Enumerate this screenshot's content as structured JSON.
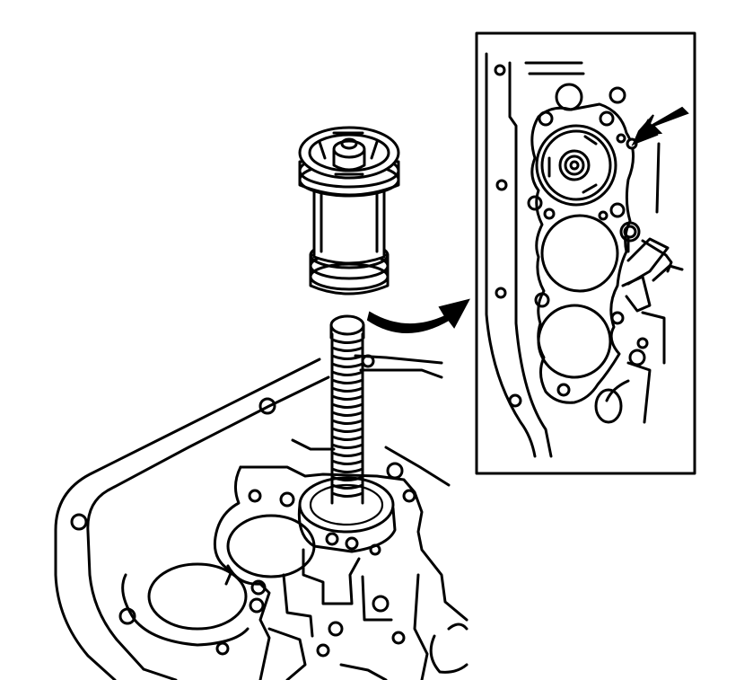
{
  "figure": {
    "type": "technical-line-drawing",
    "components": [
      "accumulator-piston",
      "threaded-guide-rod",
      "transmission-case",
      "detail-inset",
      "locator-arrow",
      "callout-arrow"
    ],
    "line_color": "#000000",
    "background_color": "#ffffff",
    "text_labels": []
  }
}
